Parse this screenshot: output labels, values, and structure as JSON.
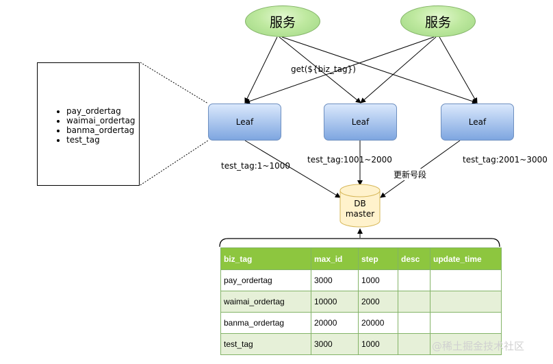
{
  "services": [
    {
      "label": "服务"
    },
    {
      "label": "服务"
    }
  ],
  "leaves": [
    {
      "label": "Leaf"
    },
    {
      "label": "Leaf"
    },
    {
      "label": "Leaf"
    }
  ],
  "edge_labels": {
    "get": "get(${biz_tag})",
    "range1": "test_tag:1~1000",
    "range2": "test_tag:1001~2000",
    "range3": "test_tag:2001~3000",
    "update": "更新号段"
  },
  "db": {
    "line1": "DB",
    "line2": "master"
  },
  "tag_list": [
    "pay_ordertag",
    "waimai_ordertag",
    "banma_ordertag",
    "test_tag"
  ],
  "table": {
    "headers": [
      "biz_tag",
      "max_id",
      "step",
      "desc",
      "update_time"
    ],
    "rows": [
      [
        "pay_ordertag",
        "3000",
        "1000",
        "",
        ""
      ],
      [
        "waimai_ordertag",
        "10000",
        "2000",
        "",
        ""
      ],
      [
        "banma_ordertag",
        "20000",
        "20000",
        "",
        ""
      ],
      [
        "test_tag",
        "3000",
        "1000",
        "",
        ""
      ]
    ]
  },
  "watermark": "@稀土掘金技术社区",
  "colors": {
    "service_fill": "#b9e0a5",
    "leaf_fill": "#7ea6e0",
    "db_fill": "#fff2cc",
    "table_header": "#8dc63f",
    "table_alt_row": "#e6f0d8"
  }
}
